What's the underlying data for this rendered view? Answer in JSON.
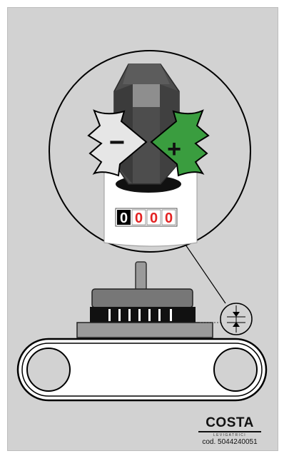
{
  "counter": {
    "digits": [
      "0",
      "0",
      "0",
      "0"
    ],
    "colors": [
      "#000000",
      "#e32222",
      "#e32222",
      "#e32222"
    ]
  },
  "adjust": {
    "minus_symbol": "−",
    "plus_symbol": "+",
    "minus_color": "#e6e6e6",
    "plus_color": "#3a9d3f"
  },
  "brand": {
    "name": "COSTA",
    "tagline": "LEVIGATRICI",
    "code": "cod. 5044240051"
  },
  "colors": {
    "background": "#d2d2d2",
    "hex_knob": "#4d4d4d",
    "plate": "#777777",
    "belt": "#ffffff"
  }
}
